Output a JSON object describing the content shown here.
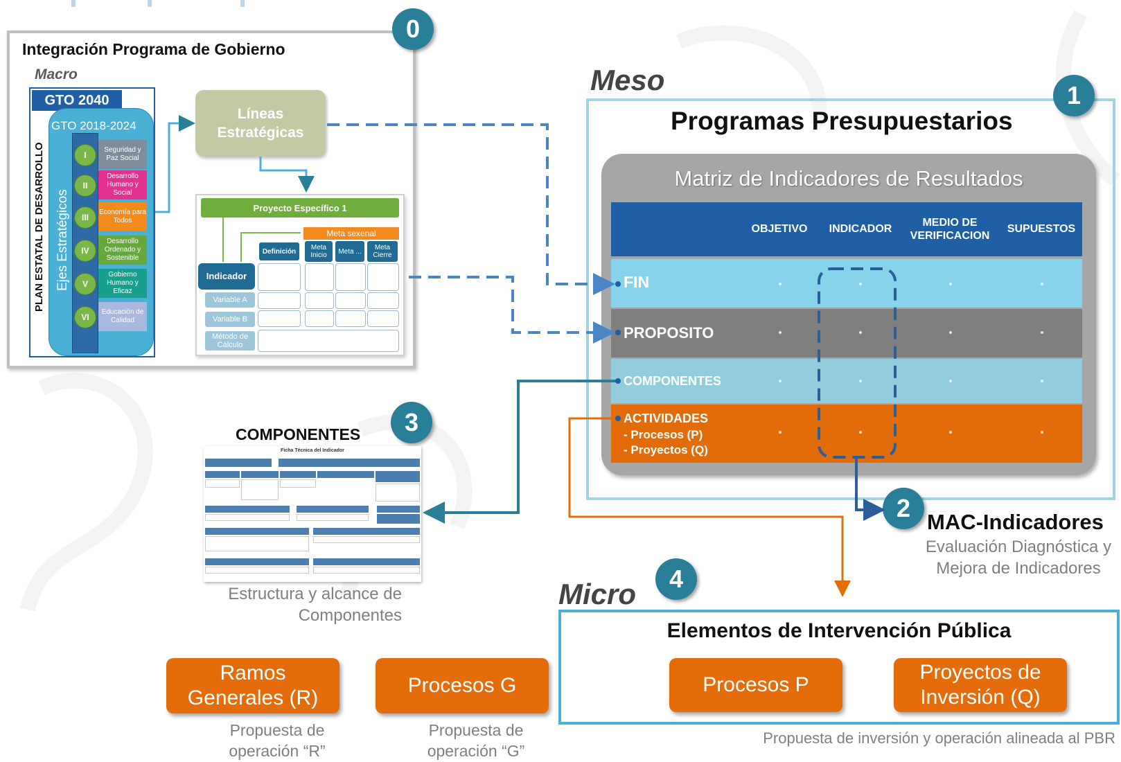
{
  "block0": {
    "badge": "0",
    "title": "Integración Programa de Gobierno",
    "macro_label": "Macro",
    "gto2040": "GTO 2040",
    "gto2018": "GTO 2018-2024",
    "vertical_ped": "PLAN ESTATAL DE DESARROLLO",
    "vertical_ejes": "Ejes Estratégicos",
    "ejes": [
      {
        "numeral": "I",
        "label": "Seguridad y Paz Social",
        "color": "#7f8c99"
      },
      {
        "numeral": "II",
        "label": "Desarrollo Humano y Social",
        "color": "#e3318f"
      },
      {
        "numeral": "III",
        "label": "Economía para Todos",
        "color": "#f28a1e"
      },
      {
        "numeral": "IV",
        "label": "Desarrollo Ordenado y Sostenible",
        "color": "#67a83c"
      },
      {
        "numeral": "V",
        "label": "Gobierno Humano y Eficaz",
        "color": "#17a18c"
      },
      {
        "numeral": "VI",
        "label": "Educación de Calidad",
        "color": "#a8b8de"
      }
    ],
    "lineas": "Líneas Estratégicas",
    "proyecto": "Proyecto Específico 1",
    "meta_sexenal": "Meta sexenal",
    "definicion": "Definición",
    "meta_inicio": "Meta Inicio",
    "meta_dots": "Meta ...",
    "meta_cierre": "Meta Cierre",
    "indicador": "Indicador",
    "variable_a": "Variable A",
    "variable_b": "Variable B",
    "metodo": "Método de Cálculo"
  },
  "meso": {
    "level_label": "Meso",
    "badge": "1",
    "title": "Programas Presupuestarios",
    "mir_title": "Matriz de Indicadores de Resultados",
    "columns": [
      "OBJETIVO",
      "INDICADOR",
      "MEDIO DE VERIFICACION",
      "SUPUESTOS"
    ],
    "rows": {
      "fin": "FIN",
      "proposito": "PROPOSITO",
      "componentes": "COMPONENTES",
      "actividades": "ACTIVIDADES",
      "procesos": "- Procesos (P)",
      "proyectos": "- Proyectos (Q)"
    },
    "row_colors": {
      "fin": "#87d3ec",
      "proposito": "#7f7f7f",
      "componentes": "#92cddc",
      "actividades": "#e36c0a"
    }
  },
  "mac": {
    "badge": "2",
    "title": "MAC-Indicadores",
    "caption_line1": "Evaluación Diagnóstica y",
    "caption_line2": "Mejora de Indicadores"
  },
  "componentes_block": {
    "badge": "3",
    "title": "COMPONENTES",
    "ficha_title": "Ficha Técnica del Indicador",
    "caption_line1": "Estructura y alcance de",
    "caption_line2": "Componentes"
  },
  "micro": {
    "level_label": "Micro",
    "badge": "4",
    "title": "Elementos de Intervención Pública",
    "procesos_p": "Procesos P",
    "proyectos_q_line1": "Proyectos de",
    "proyectos_q_line2": "Inversión (Q)",
    "caption": "Propuesta de inversión y operación alineada al PBR"
  },
  "ramos": {
    "line1": "Ramos",
    "line2": "Generales (R)",
    "caption_line1": "Propuesta de",
    "caption_line2": "operación “R”"
  },
  "procesos_g": {
    "label": "Procesos G",
    "caption_line1": "Propuesta de",
    "caption_line2": "operación “G”"
  },
  "colors": {
    "teal": "#2a7f98",
    "orange": "#e46c0a",
    "dashed_blue": "#4a86c5",
    "navy": "#1f5fa6",
    "box_border_light": "#9fd3e3"
  }
}
